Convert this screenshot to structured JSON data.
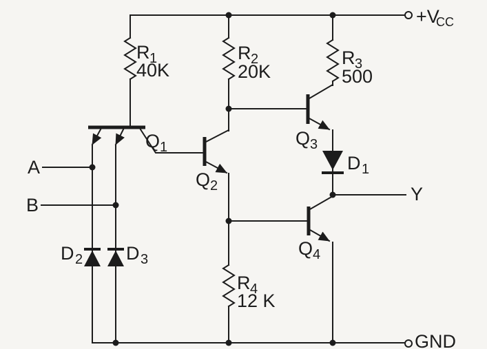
{
  "diagram": {
    "kind": "ttl-nand-gate-schematic",
    "colors": {
      "background": "#f6f5f2",
      "ink": "#1c1c1c"
    },
    "power": {
      "vcc_main": "+V",
      "vcc_sub": "CC",
      "gnd": "GND"
    },
    "io": {
      "input_a": "A",
      "input_b": "B",
      "output_y": "Y"
    },
    "components": {
      "r1": {
        "ref": "R",
        "sub": "1",
        "value": "40K"
      },
      "r2": {
        "ref": "R",
        "sub": "2",
        "value": "20K"
      },
      "r3": {
        "ref": "R",
        "sub": "3",
        "value": "500"
      },
      "r4": {
        "ref": "R",
        "sub": "4",
        "value": "12 K"
      },
      "q1": {
        "ref": "Q",
        "sub": "1"
      },
      "q2": {
        "ref": "Q",
        "sub": "2"
      },
      "q3": {
        "ref": "Q",
        "sub": "3"
      },
      "q4": {
        "ref": "Q",
        "sub": "4"
      },
      "d1": {
        "ref": "D",
        "sub": "1"
      },
      "d2": {
        "ref": "D",
        "sub": "2"
      },
      "d3": {
        "ref": "D",
        "sub": "3"
      }
    }
  }
}
